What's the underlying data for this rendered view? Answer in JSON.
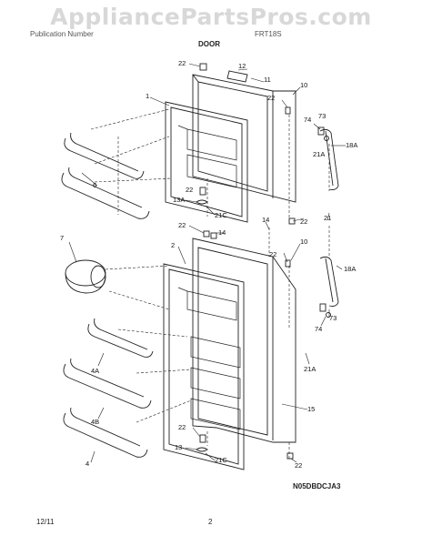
{
  "watermark": "AppliancePartsPros.com",
  "header": {
    "left": "Publication Number",
    "right": "FRT18S"
  },
  "section_title": "DOOR",
  "diagram_code": "N05DBDCJA3",
  "footer": {
    "date": "12/11",
    "page": "2"
  },
  "callouts": {
    "c22a": "22",
    "c12": "12",
    "c11": "11",
    "c1": "1",
    "c10a": "10",
    "c22b": "22",
    "c74a": "74",
    "c73a": "73",
    "c21a_top": "21A",
    "c18a_top": "18A",
    "c6": "6",
    "c22c": "22",
    "c13a": "13A",
    "c21c_top": "21C",
    "c14a": "14",
    "c22d": "22",
    "c21": "21",
    "c22e": "22",
    "c14b": "14",
    "c7": "7",
    "c2": "2",
    "c10b": "10",
    "c22f": "22",
    "c18a_bot": "18A",
    "c73b": "73",
    "c74b": "74",
    "c4a": "4A",
    "c21a_bot": "21A",
    "c4b": "4B",
    "c15": "15",
    "c22g": "22",
    "c13": "13",
    "c21c_bot": "21C",
    "c4": "4",
    "c22h": "22"
  }
}
